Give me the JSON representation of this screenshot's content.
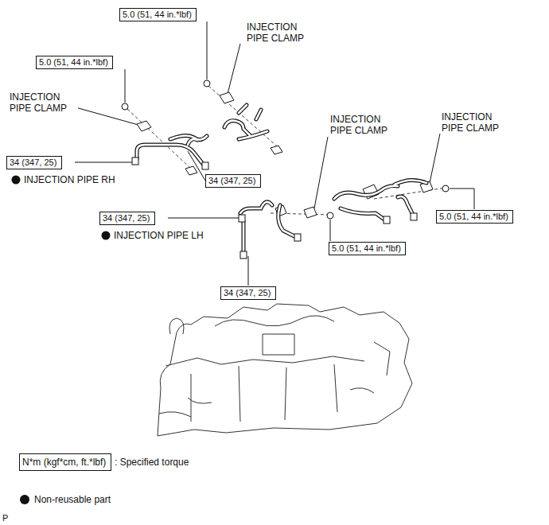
{
  "diagram": {
    "nodes": [
      {
        "text": [
          "5.0 (51, 44 in.*lbf)"
        ]
      },
      {
        "text": [
          "5.0 (51, 44 in.*lbf)"
        ]
      },
      {
        "text": [
          "34 (347, 25)"
        ]
      },
      {
        "text": [
          "34 (347, 25)"
        ]
      },
      {
        "text": [
          "34 (347, 25)"
        ]
      },
      {
        "text": [
          "5.0 (51, 44 in.*lbf)"
        ]
      },
      {
        "text": [
          "5.0 (51, 44 in.*lbf)"
        ]
      },
      {
        "text": [
          "34 (347, 25)"
        ]
      },
      {
        "text": [
          "N*m (kgf*cm, ft.*lbf)"
        ]
      }
    ],
    "labels": [
      "INJECTION PIPE CLAMP",
      "INJECTION PIPE CLAMP",
      "INJECTION PIPE CLAMP",
      "INJECTION PIPE CLAMP",
      "INJECTION PIPE RH",
      "INJECTION PIPE LH",
      "P"
    ],
    "legend": [
      {
        "text": ": Specified torque"
      },
      {
        "text": "Non-reusable part"
      }
    ]
  }
}
